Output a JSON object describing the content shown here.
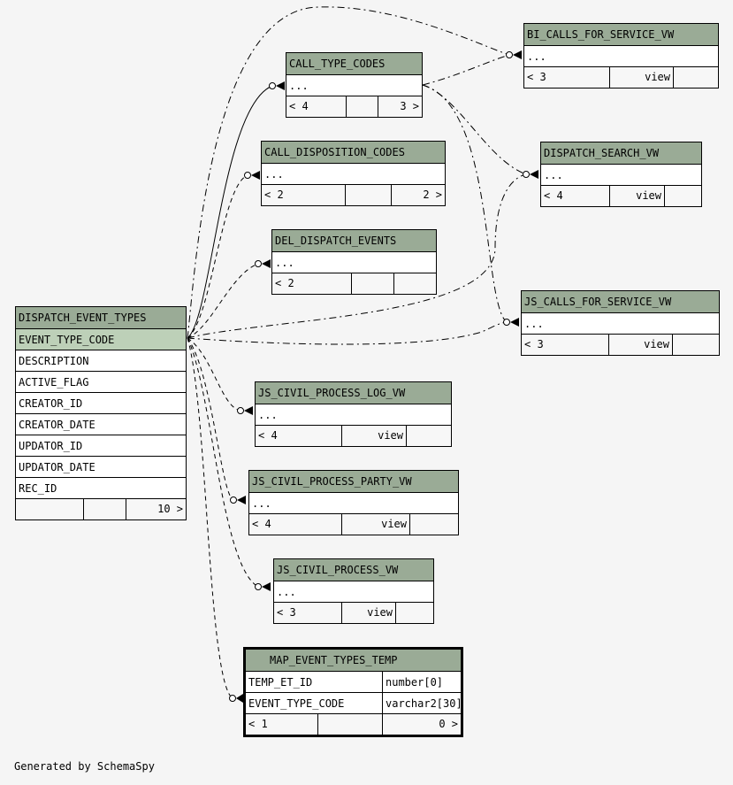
{
  "main_table": {
    "name": "DISPATCH_EVENT_TYPES",
    "columns": [
      "EVENT_TYPE_CODE",
      "DESCRIPTION",
      "ACTIVE_FLAG",
      "CREATOR_ID",
      "CREATOR_DATE",
      "UPDATOR_ID",
      "UPDATOR_DATE",
      "REC_ID"
    ],
    "footer": [
      "",
      "",
      "10 >"
    ]
  },
  "tables": {
    "call_type_codes": {
      "name": "CALL_TYPE_CODES",
      "row": "...",
      "footer": [
        "< 4",
        "",
        "3 >"
      ]
    },
    "call_disposition_codes": {
      "name": "CALL_DISPOSITION_CODES",
      "row": "...",
      "footer": [
        "< 2",
        "",
        "2 >"
      ]
    },
    "del_dispatch_events": {
      "name": "DEL_DISPATCH_EVENTS",
      "row": "...",
      "footer": [
        "< 2",
        "",
        ""
      ]
    },
    "bi_calls_for_service_vw": {
      "name": "BI_CALLS_FOR_SERVICE_VW",
      "row": "...",
      "footer": [
        "< 3",
        "view",
        ""
      ]
    },
    "dispatch_search_vw": {
      "name": "DISPATCH_SEARCH_VW",
      "row": "...",
      "footer": [
        "< 4",
        "view",
        ""
      ]
    },
    "js_calls_for_service_vw": {
      "name": "JS_CALLS_FOR_SERVICE_VW",
      "row": "...",
      "footer": [
        "< 3",
        "view",
        ""
      ]
    },
    "js_civil_process_log_vw": {
      "name": "JS_CIVIL_PROCESS_LOG_VW",
      "row": "...",
      "footer": [
        "< 4",
        "view",
        ""
      ]
    },
    "js_civil_process_party_vw": {
      "name": "JS_CIVIL_PROCESS_PARTY_VW",
      "row": "...",
      "footer": [
        "< 4",
        "view",
        ""
      ]
    },
    "js_civil_process_vw": {
      "name": "JS_CIVIL_PROCESS_VW",
      "row": "...",
      "footer": [
        "< 3",
        "view",
        ""
      ]
    }
  },
  "map_table": {
    "name": "MAP_EVENT_TYPES_TEMP",
    "rows": [
      {
        "name": "TEMP_ET_ID",
        "type": "number[0]"
      },
      {
        "name": "EVENT_TYPE_CODE",
        "type": "varchar2[30]"
      }
    ],
    "footer": [
      "< 1",
      "",
      "0 >"
    ]
  },
  "credit": "Generated by SchemaSpy"
}
